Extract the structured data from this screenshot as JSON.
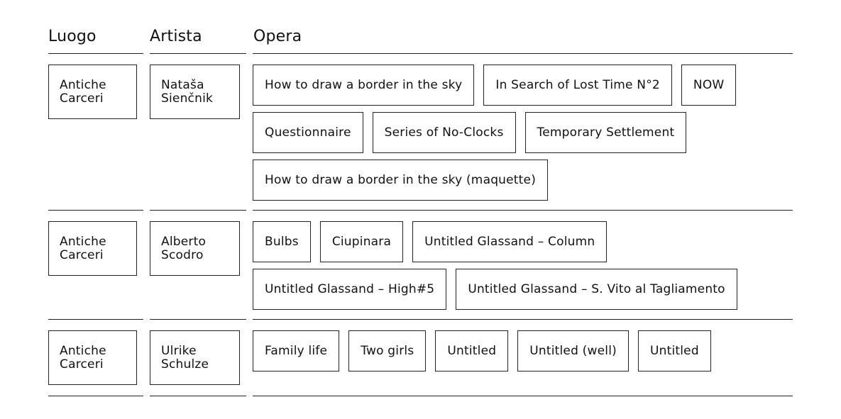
{
  "headers": {
    "luogo": "Luogo",
    "artista": "Artista",
    "opera": "Opera"
  },
  "rows": [
    {
      "luogo": [
        "Antiche",
        "Carceri"
      ],
      "artista": [
        "Nataša",
        "Sienčnik"
      ],
      "opere": [
        "How to draw a border in the sky",
        "In Search of Lost Time N°2",
        "NOW",
        "Questionnaire",
        "Series of No-Clocks",
        "Temporary Settlement",
        "How to draw a border in the sky (maquette)"
      ]
    },
    {
      "luogo": [
        "Antiche",
        "Carceri"
      ],
      "artista": [
        "Alberto",
        "Scodro"
      ],
      "opere": [
        "Bulbs",
        "Ciupinara",
        "Untitled Glassand – Column",
        "Untitled Glassand – High#5",
        "Untitled Glassand – S. Vito al Tagliamento"
      ]
    },
    {
      "luogo": [
        "Antiche",
        "Carceri"
      ],
      "artista": [
        "Ulrike",
        "Schulze"
      ],
      "opere": [
        "Family life",
        "Two girls",
        "Untitled",
        "Untitled (well)",
        "Untitled"
      ]
    }
  ]
}
